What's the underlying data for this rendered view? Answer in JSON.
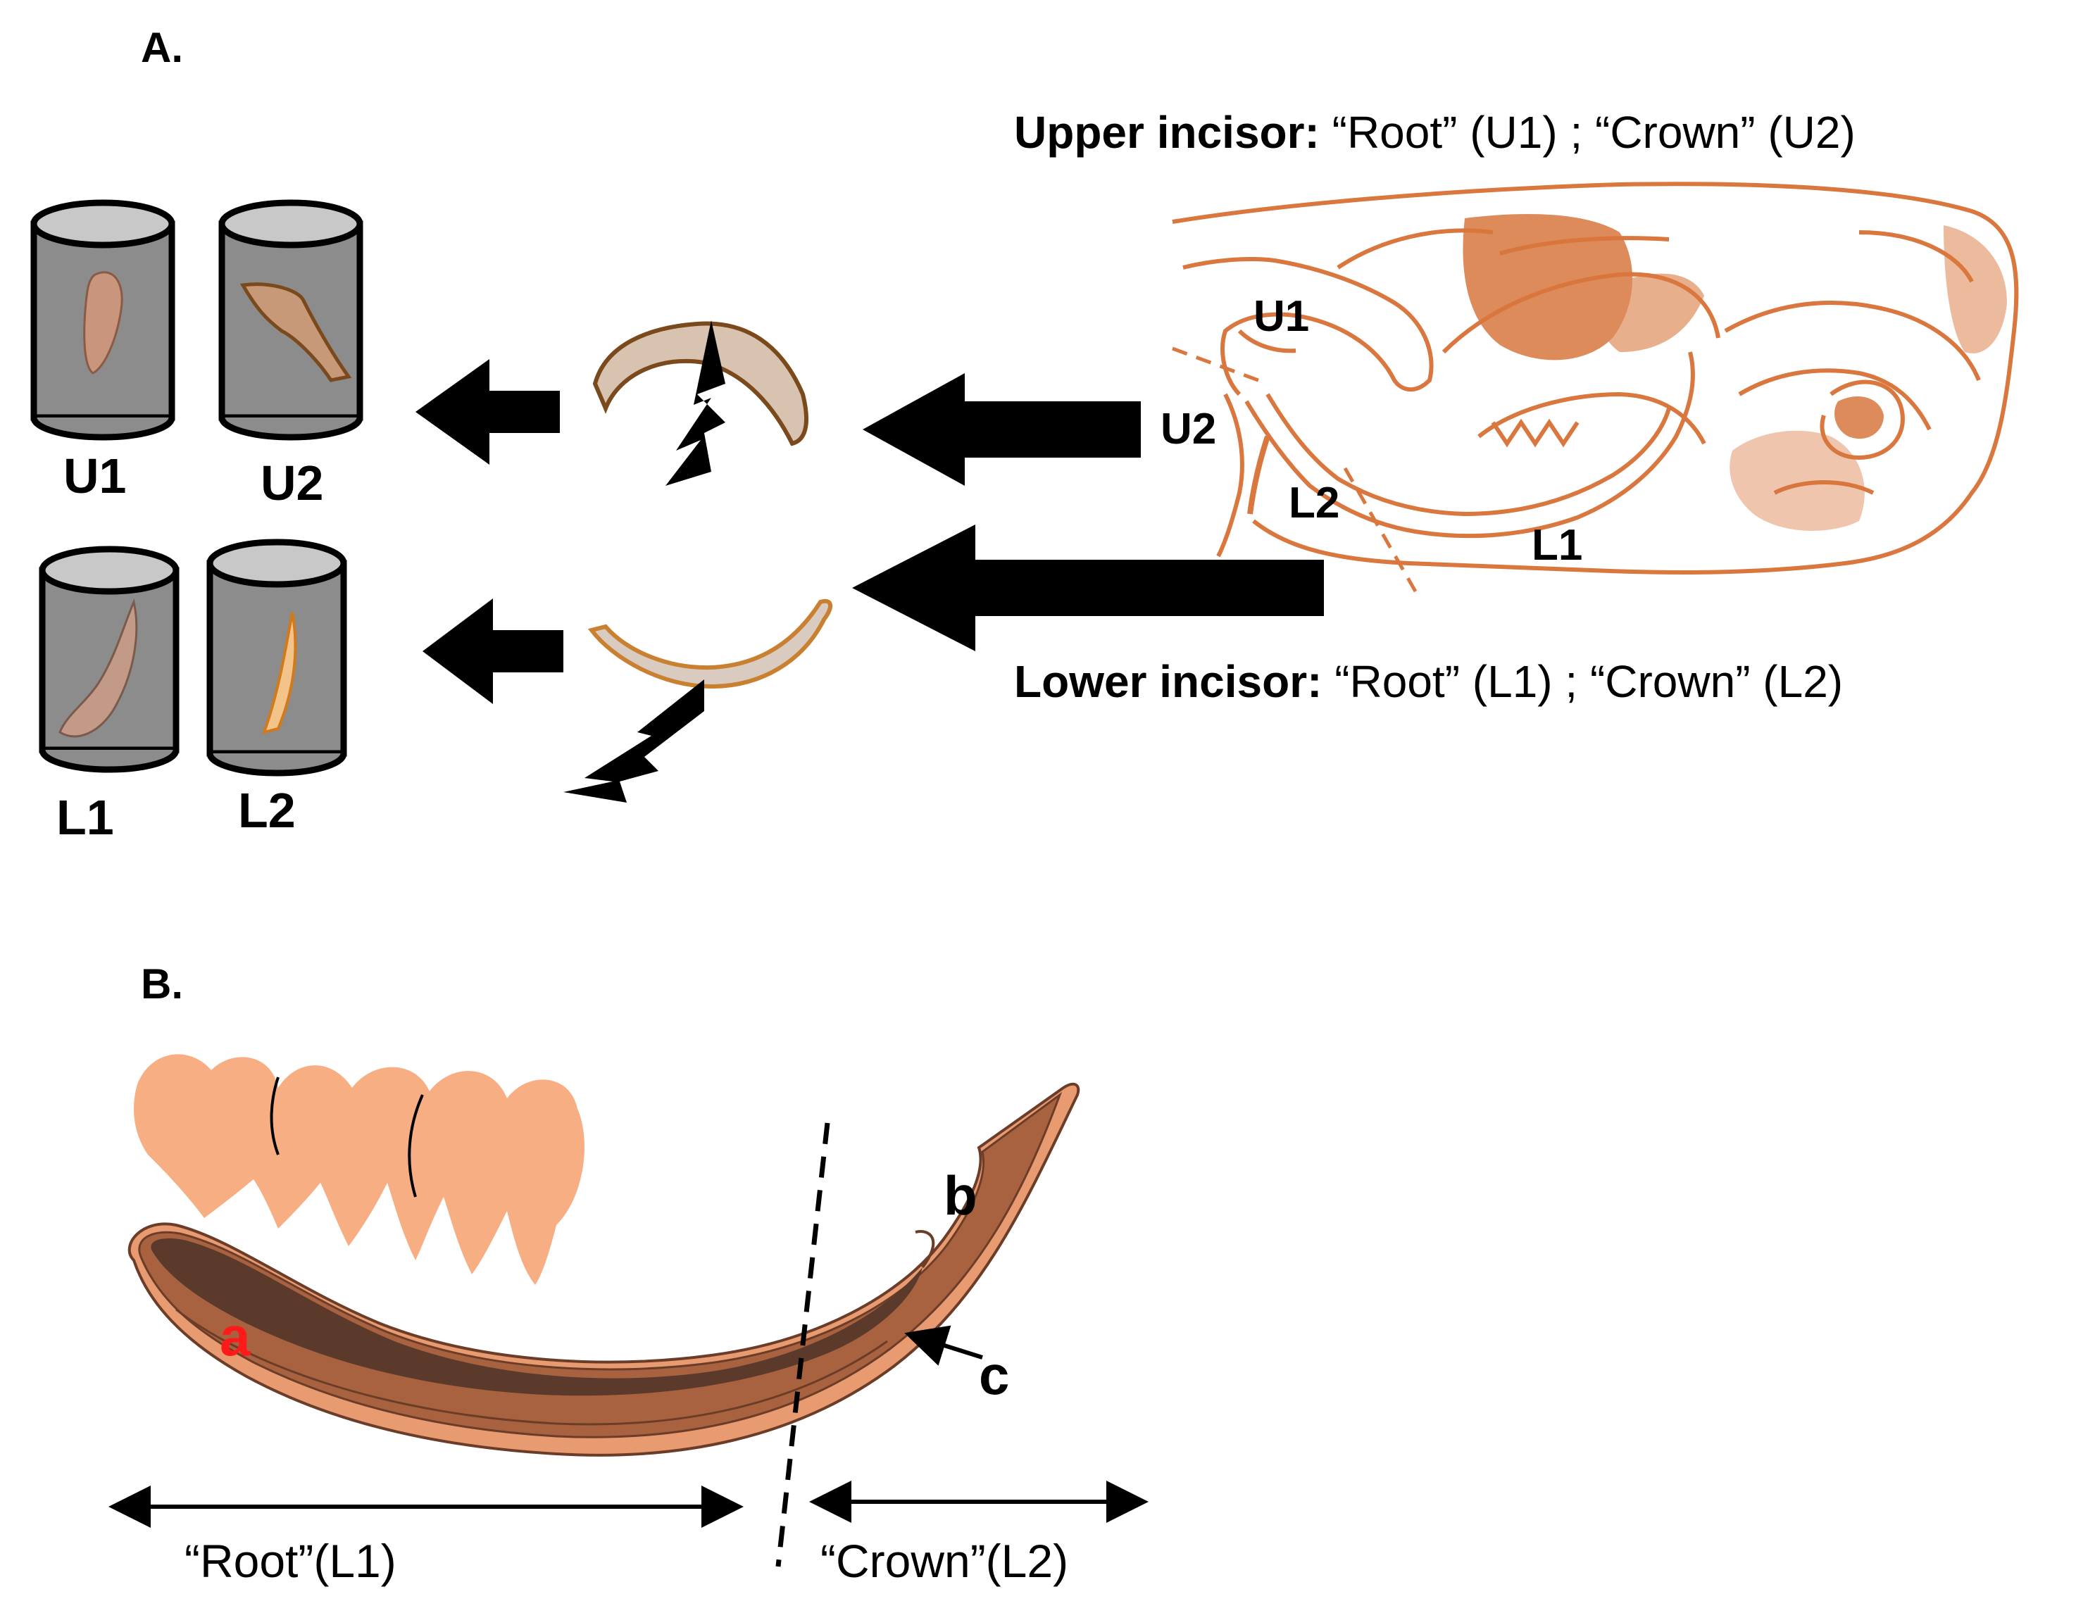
{
  "panel_a": {
    "label": "A.",
    "upper_caption": {
      "bold": "Upper incisor:",
      "rest": " “Root” (U1) ;   “Crown” (U2)"
    },
    "lower_caption": {
      "bold": "Lower incisor:",
      "rest": " “Root” (L1) ; “Crown” (L2)"
    },
    "tube_labels": {
      "u1": "U1",
      "u2": "U2",
      "l1": "L1",
      "l2": "L2"
    },
    "skull_labels": {
      "u1": "U1",
      "u2": "U2",
      "l2": "L2",
      "l1": "L1"
    }
  },
  "panel_b": {
    "label": "B.",
    "markers": {
      "a": "a",
      "b": "b",
      "c": "c"
    },
    "root_label": "“Root”(L1)",
    "crown_label": "“Crown”(L2)"
  },
  "colors": {
    "skull": "#d9773e",
    "molar": "#f8ae83",
    "incisor_outer": "#a9623f",
    "incisor_inner": "#5b3a2c",
    "incisor_enamel": "#e89a70",
    "marker_a": "#ff1a1a",
    "tube": "#8c8c8c",
    "tube_top": "#c8c8c8"
  }
}
